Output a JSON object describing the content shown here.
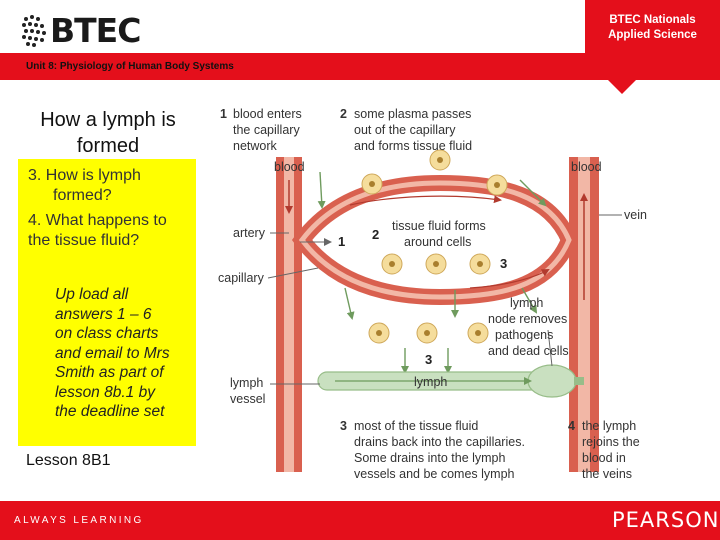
{
  "header": {
    "logo_text": "BTEC",
    "unit": "Unit 8: Physiology of Human Body Systems",
    "qualification_line1": "BTEC Nationals",
    "qualification_line2": "Applied Science"
  },
  "slide": {
    "title_line1": "How a lymph is",
    "title_line2": "formed",
    "q3_line1": "3. How is lymph",
    "q3_line2": "formed?",
    "q4_line1": "4. What happens to",
    "q4_line2": "the tissue fluid?",
    "upload_lines": [
      "Up load all",
      "answers 1 – 6",
      "on class charts",
      "and email to Mrs",
      "Smith as part of",
      "lesson 8b.1 by",
      "the deadline set"
    ],
    "lesson": "Lesson 8B1"
  },
  "diagram": {
    "step1_num": "1",
    "step1_lines": [
      "blood enters",
      "the capillary",
      "network"
    ],
    "step2_num": "2",
    "step2_lines": [
      "some plasma passes",
      "out of the capillary",
      "and forms tissue fluid"
    ],
    "blood_left": "blood",
    "blood_right": "blood",
    "artery": "artery",
    "vein": "vein",
    "capillary": "capillary",
    "tissue_fluid_lines": [
      "tissue fluid forms",
      "around cells"
    ],
    "mark1": "1",
    "mark2": "2",
    "mark3a": "3",
    "mark3b": "3",
    "node_lines": [
      "lymph",
      "node removes",
      "pathogens",
      "and dead cells"
    ],
    "lymph_vessel_lines": [
      "lymph",
      "vessel"
    ],
    "lymph_label": "lymph",
    "step3_num": "3",
    "step3_lines": [
      "most of the tissue fluid",
      "drains back into the capillaries.",
      "Some drains into the lymph",
      "vessels and be comes lymph"
    ],
    "step4_num": "4",
    "step4_lines": [
      "the lymph",
      "rejoins the",
      "blood in",
      "the veins"
    ]
  },
  "footer": {
    "tagline": "ALWAYS LEARNING",
    "brand": "PEARSON"
  },
  "colors": {
    "brand_red": "#e40f1b",
    "highlight_yellow": "#ffff00",
    "vessel_red": "#d9604f",
    "vessel_light": "#f2b7a6",
    "lymph_green": "#c9e0c0",
    "cell_yellow": "#f5dd9c"
  }
}
